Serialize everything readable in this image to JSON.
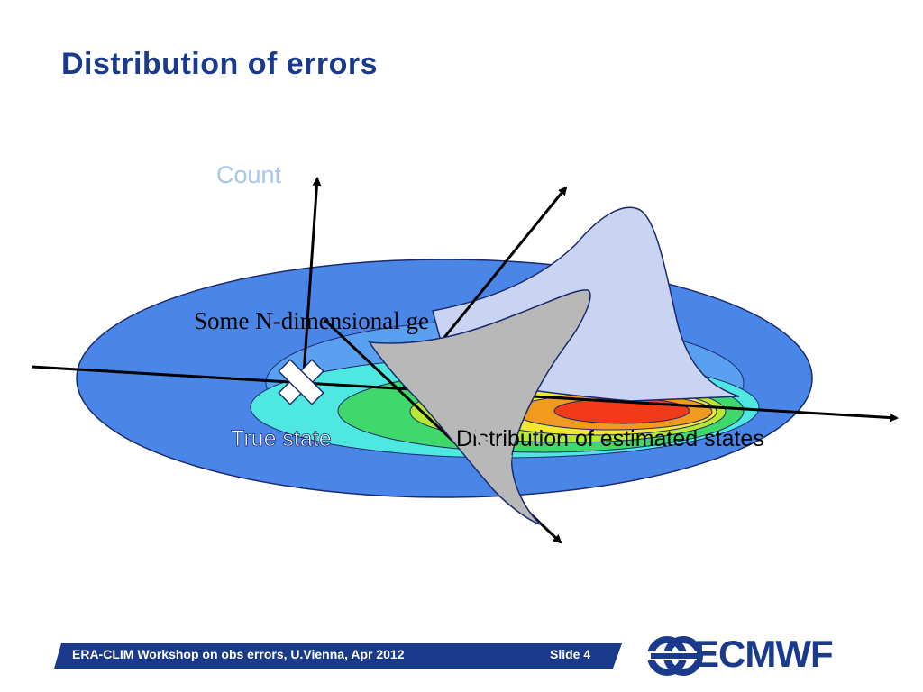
{
  "slide": {
    "title": "Distribution of errors"
  },
  "diagram": {
    "axis_label_count": "Count",
    "space_label": "Some N-dimensional ge",
    "true_state_label": "True state",
    "estimated_states_label": "Distribution of estimated states",
    "colors": {
      "outer_disc": "#4a86e8",
      "ring_light_blue": "#5aa0f0",
      "ring_cyan": "#4fe8e0",
      "ring_green": "#3fd86a",
      "ring_lime": "#b8e830",
      "ring_yellow": "#f2e830",
      "ring_orange": "#f29a20",
      "ring_red": "#f23a1a",
      "surface_light": "#c8d4f2",
      "surface_grey": "#b8b8b8",
      "count_label": "#a8c4f0"
    }
  },
  "footer": {
    "left_text": "ERA-CLIM Workshop on obs errors, U.Vienna, Apr 2012",
    "right_text": "Slide 4",
    "logo_text": "ECMWF",
    "bar_color": "#1a3a8c"
  }
}
